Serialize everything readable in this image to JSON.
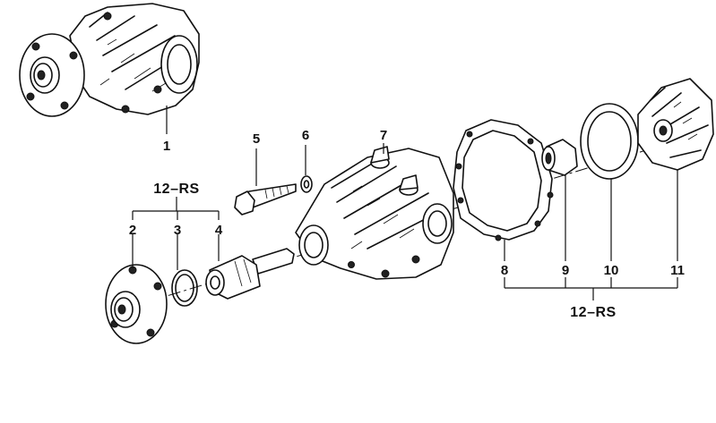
{
  "callouts": {
    "part_1": "1",
    "part_2": "2",
    "part_3": "3",
    "part_4": "4",
    "part_5": "5",
    "part_6": "6",
    "part_7": "7",
    "part_8": "8",
    "part_9": "9",
    "part_10": "10",
    "part_11": "11"
  },
  "kits": {
    "left": "12–RS",
    "right": "12–RS"
  }
}
